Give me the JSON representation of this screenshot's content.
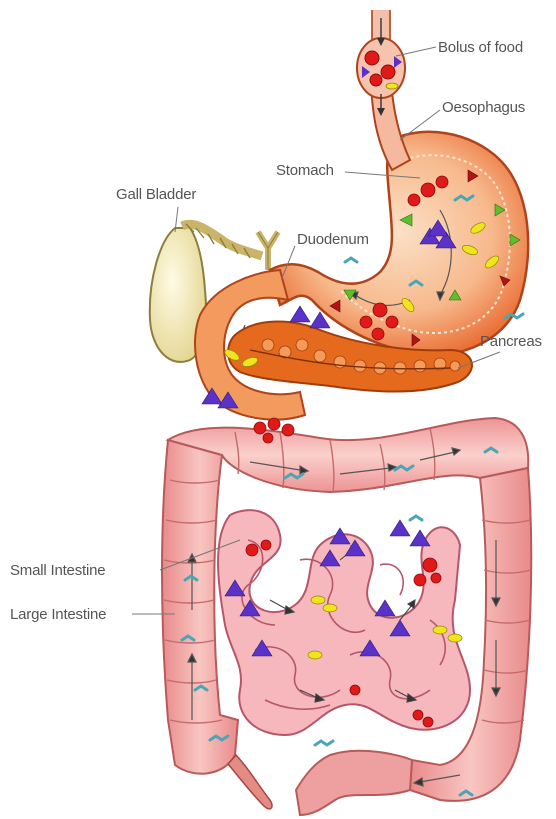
{
  "labels": {
    "bolus": "Bolus of food",
    "oesophagus": "Oesophagus",
    "stomach": "Stomach",
    "gall_bladder": "Gall Bladder",
    "duodenum": "Duodenum",
    "pancreas": "Pancreas",
    "small_intestine": "Small Intestine",
    "large_intestine": "Large Intestine"
  },
  "colors": {
    "background": "#ffffff",
    "label_text": "#555555",
    "leader_line": "#777777",
    "stomach_wall": "#e8622a",
    "stomach_inner": "#f7c7a7",
    "pancreas": "#e56a1e",
    "gall_bladder": "#f2ecc4",
    "large_intestine": "#f0a7a5",
    "small_intestine": "#f4b3b8",
    "food_red": "#e01919",
    "food_blue": "#5a32c8",
    "food_yellow": "#f1e41c",
    "food_green": "#5fbf2a",
    "food_teal": "#4aa6b6"
  }
}
